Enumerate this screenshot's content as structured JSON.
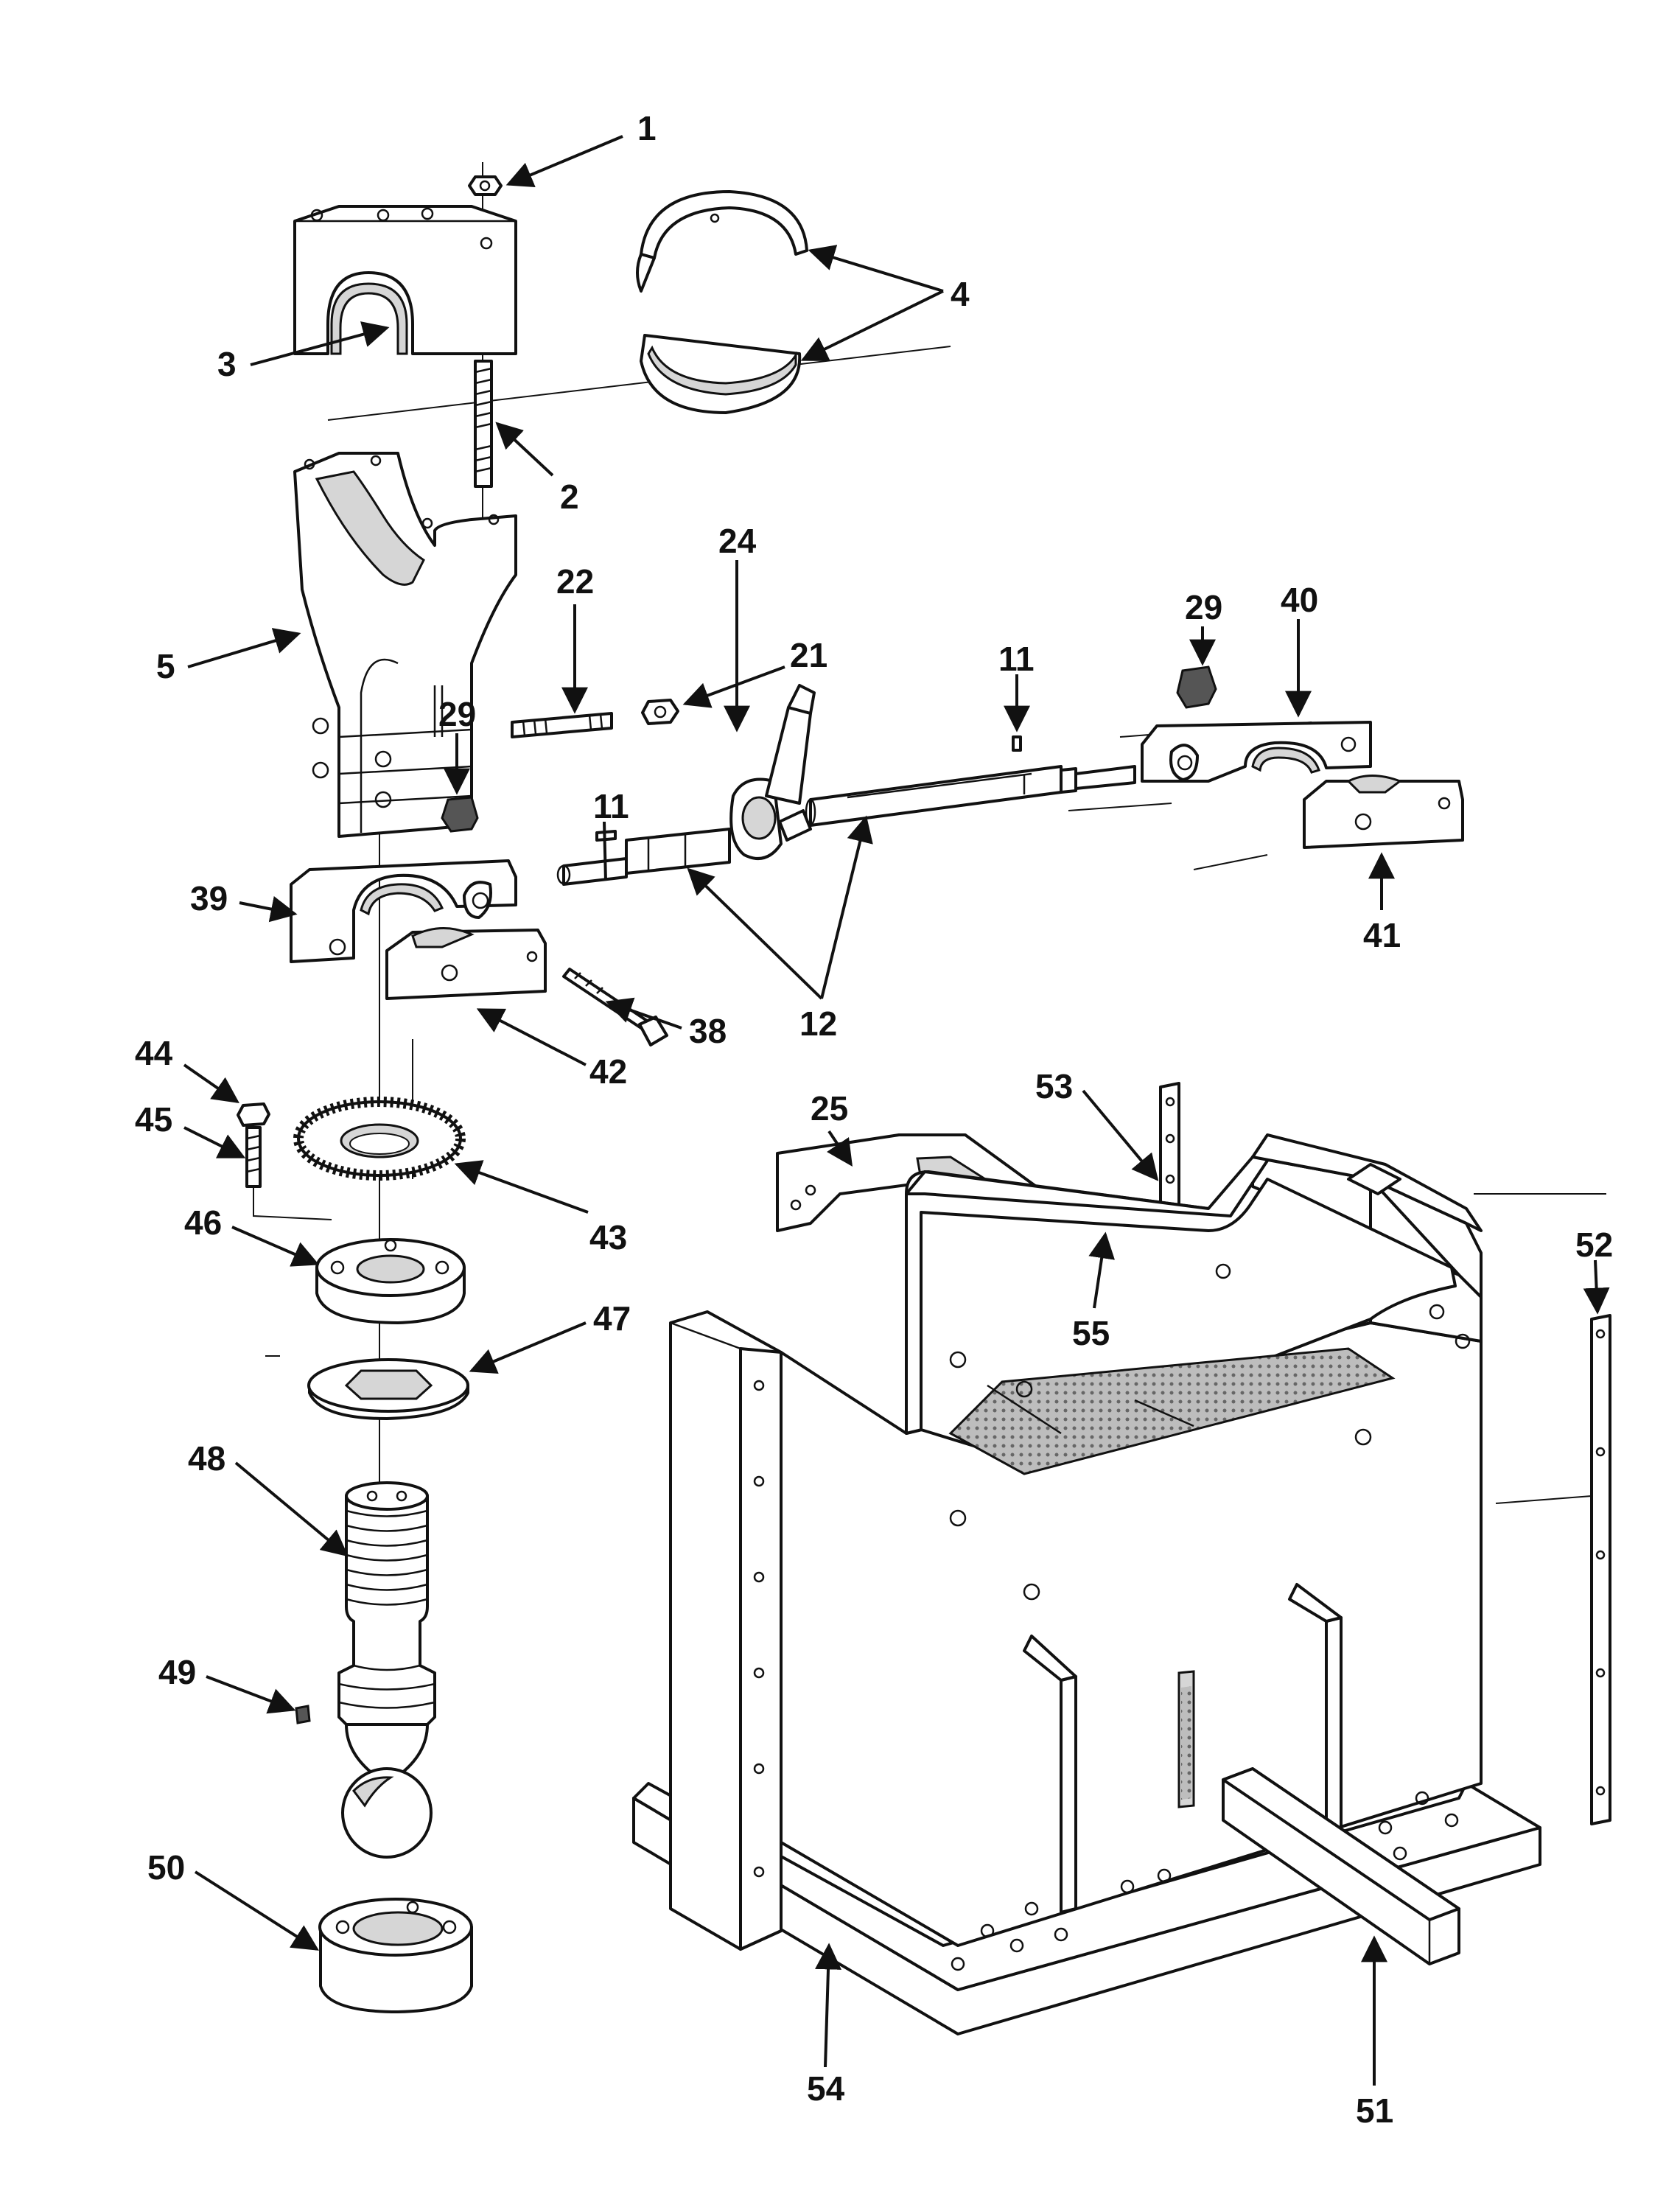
{
  "diagram": {
    "type": "exploded-parts-view",
    "callouts": [
      {
        "id": "c1",
        "text": "1"
      },
      {
        "id": "c2",
        "text": "2"
      },
      {
        "id": "c3",
        "text": "3"
      },
      {
        "id": "c4",
        "text": "4"
      },
      {
        "id": "c5",
        "text": "5"
      },
      {
        "id": "c11a",
        "text": "11"
      },
      {
        "id": "c11b",
        "text": "11"
      },
      {
        "id": "c12",
        "text": "12"
      },
      {
        "id": "c21",
        "text": "21"
      },
      {
        "id": "c22",
        "text": "22"
      },
      {
        "id": "c24",
        "text": "24"
      },
      {
        "id": "c25",
        "text": "25"
      },
      {
        "id": "c29a",
        "text": "29"
      },
      {
        "id": "c29b",
        "text": "29"
      },
      {
        "id": "c38",
        "text": "38"
      },
      {
        "id": "c39",
        "text": "39"
      },
      {
        "id": "c40",
        "text": "40"
      },
      {
        "id": "c41",
        "text": "41"
      },
      {
        "id": "c42",
        "text": "42"
      },
      {
        "id": "c43",
        "text": "43"
      },
      {
        "id": "c44",
        "text": "44"
      },
      {
        "id": "c45",
        "text": "45"
      },
      {
        "id": "c46",
        "text": "46"
      },
      {
        "id": "c47",
        "text": "47"
      },
      {
        "id": "c48",
        "text": "48"
      },
      {
        "id": "c49",
        "text": "49"
      },
      {
        "id": "c50",
        "text": "50"
      },
      {
        "id": "c51",
        "text": "51"
      },
      {
        "id": "c52",
        "text": "52"
      },
      {
        "id": "c53",
        "text": "53"
      },
      {
        "id": "c54",
        "text": "54"
      },
      {
        "id": "c55",
        "text": "55"
      }
    ]
  }
}
